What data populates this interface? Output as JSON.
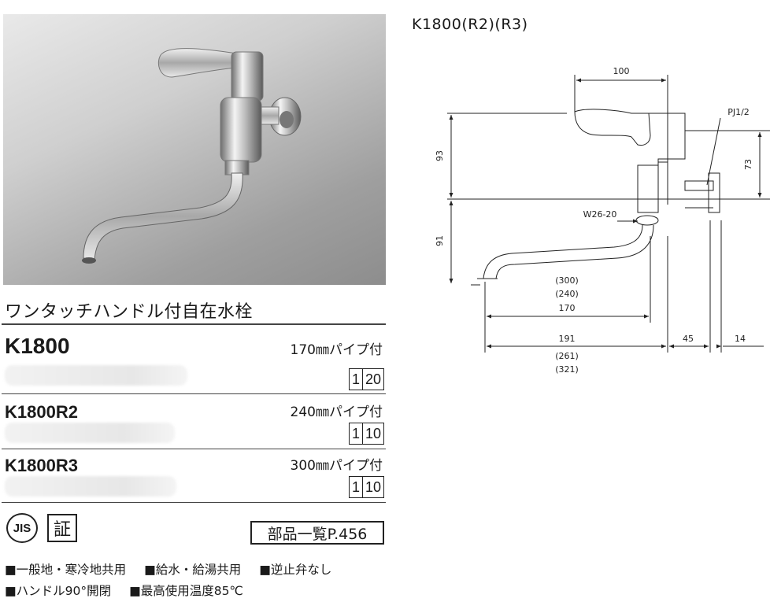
{
  "product": {
    "name": "ワンタッチハンドル付自在水栓"
  },
  "models": [
    {
      "code": "K1800",
      "pipe": "170㎜パイプ付",
      "qty_a": "1",
      "qty_b": "20"
    },
    {
      "code": "K1800R2",
      "pipe": "240㎜パイプ付",
      "qty_a": "1",
      "qty_b": "10"
    },
    {
      "code": "K1800R3",
      "pipe": "300㎜パイプ付",
      "qty_a": "1",
      "qty_b": "10"
    }
  ],
  "certification": {
    "jis": "JIS",
    "mark": "証"
  },
  "parts_ref": "部品一覧P.456",
  "features": {
    "line1": [
      "■一般地・寒冷地共用",
      "■給水・給湯共用",
      "■逆止弁なし"
    ],
    "line2": [
      "■ハンドル90°開閉",
      "■最高使用温度85℃"
    ]
  },
  "diagram": {
    "title": "K1800(R2)(R3)",
    "dim_100": "100",
    "dim_93": "93",
    "dim_91": "91",
    "dim_73": "73",
    "thread": "PJ1/2",
    "nut": "W26-20",
    "pipe_300": "(300)",
    "pipe_240": "(240)",
    "pipe_170": "170",
    "dim_191": "191",
    "dim_261": "(261)",
    "dim_321": "(321)",
    "dim_45": "45",
    "dim_14": "14"
  },
  "colors": {
    "photo_bg_light": "#e9e9e9",
    "photo_bg_dark": "#8d8d8d",
    "line": "#222222"
  }
}
